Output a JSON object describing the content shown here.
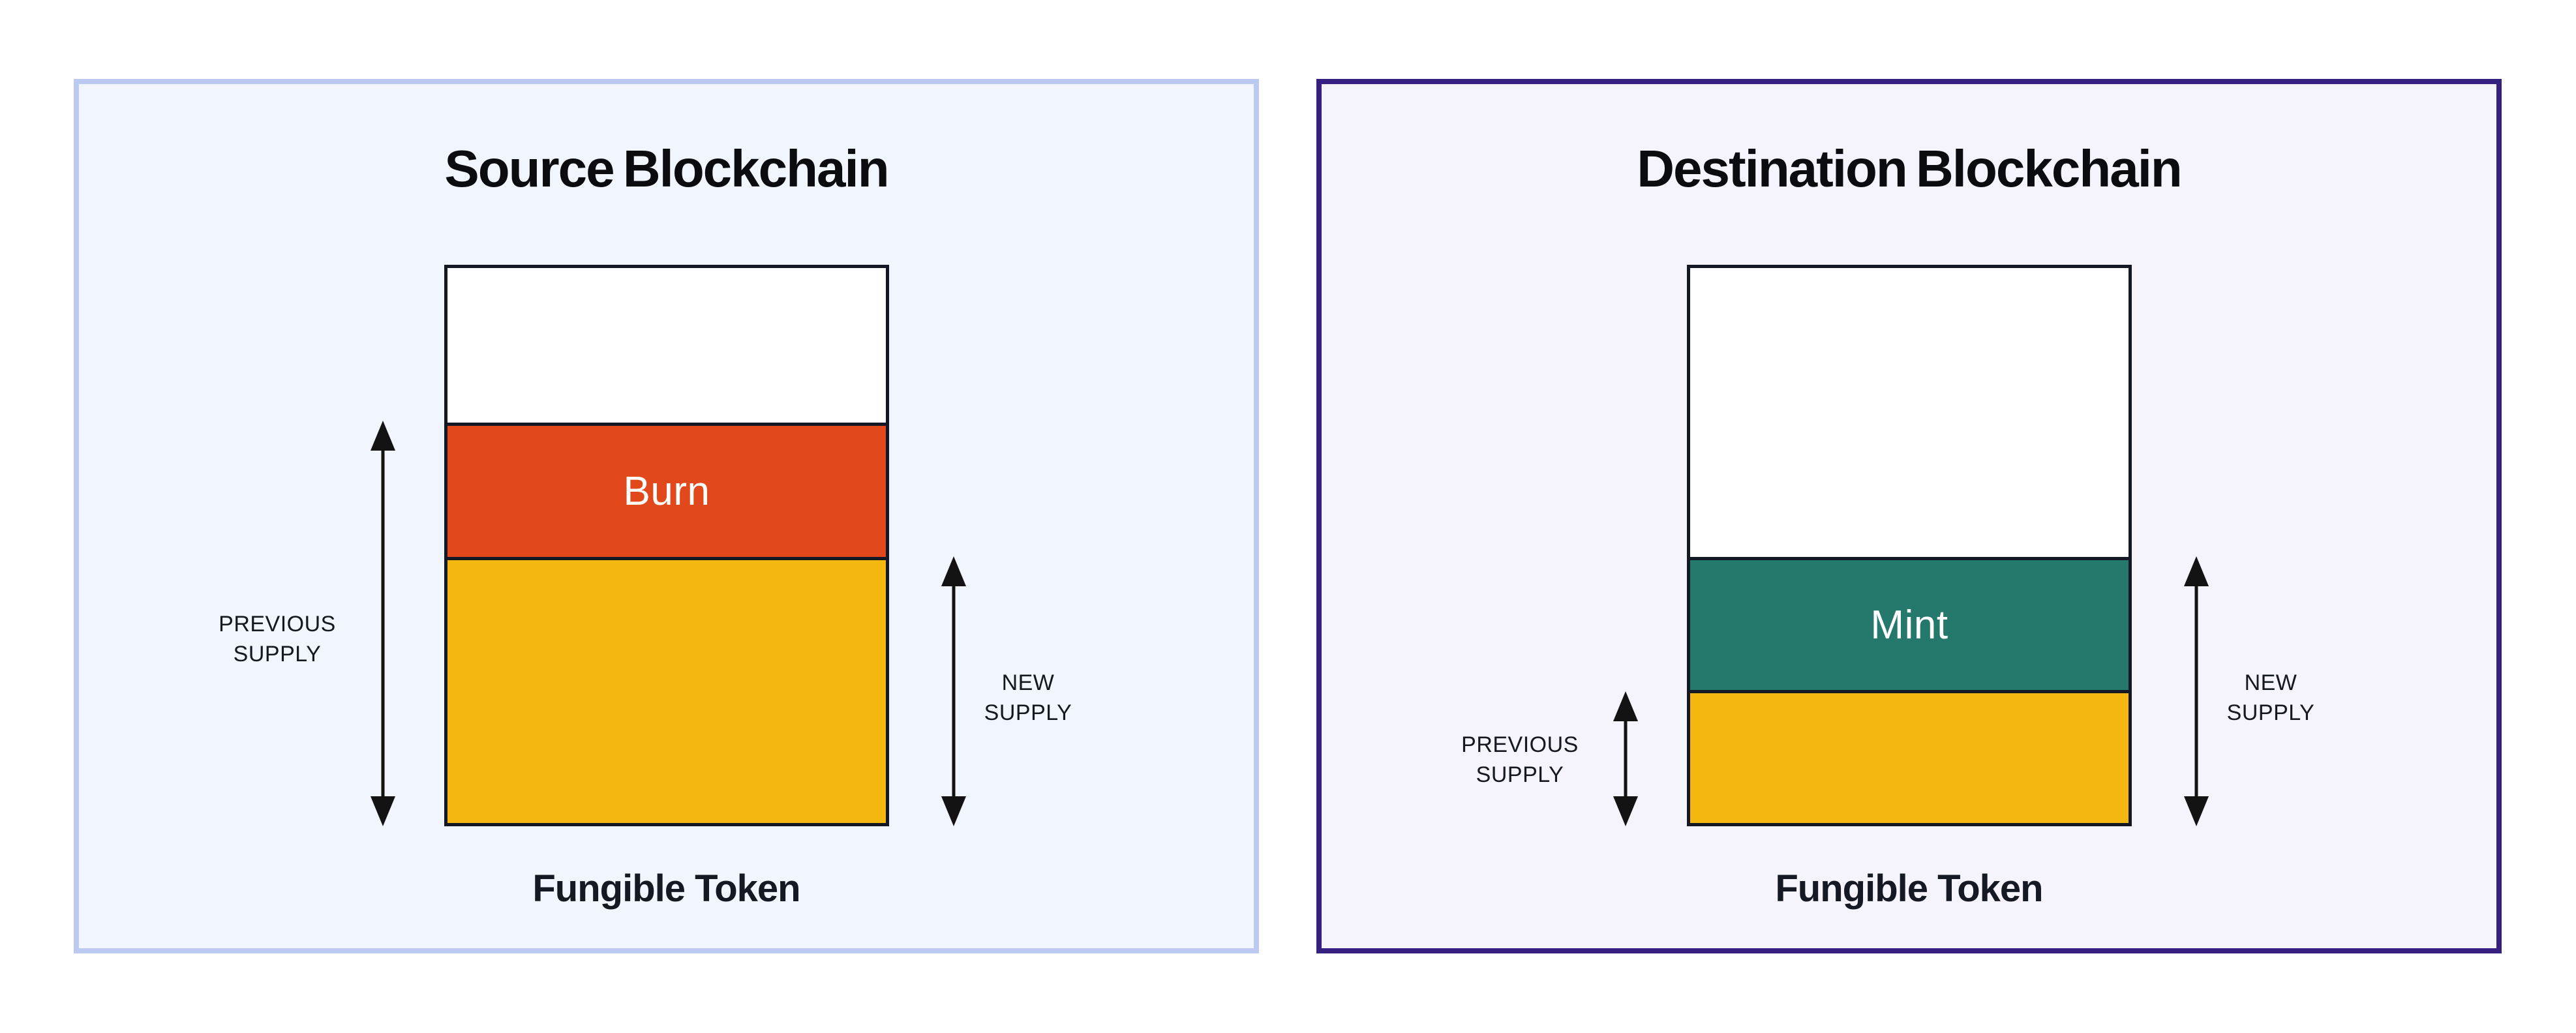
{
  "colors": {
    "page-bg": "#ffffff",
    "panel-source-bg": "#f1f5fd",
    "panel-source-border": "#bcc9f1",
    "panel-dest-bg": "#f5f3fb",
    "panel-dest-border": "#372180",
    "bar-border": "#141824",
    "bar-label-text": "#ffffff",
    "title-text": "#0b0c0f",
    "caption-text": "#141924",
    "label-text": "#15181e",
    "arrow": "#131313"
  },
  "panels": [
    {
      "title": "Source Blockchain",
      "caption": "Fungible Token",
      "bar": {
        "action_label": "Burn",
        "segments": [
          {
            "name": "unallocated",
            "color": "#ffffff",
            "height_pct": 27.8
          },
          {
            "name": "burned-supply",
            "color": "#e1481b",
            "height_pct": 24.2
          },
          {
            "name": "remaining-supply",
            "color": "#f4b710",
            "height_pct": 48.0
          }
        ]
      },
      "previous_supply": [
        "PREVIOUS",
        "SUPPLY"
      ],
      "new_supply": [
        "NEW",
        "SUPPLY"
      ]
    },
    {
      "title": "Destination Blockchain",
      "caption": "Fungible Token",
      "bar": {
        "action_label": "Mint",
        "segments": [
          {
            "name": "unallocated",
            "color": "#ffffff",
            "height_pct": 52.0
          },
          {
            "name": "minted-supply",
            "color": "#24796c",
            "height_pct": 24.0
          },
          {
            "name": "previous-supply",
            "color": "#f4b710",
            "height_pct": 24.0
          }
        ]
      },
      "previous_supply": [
        "PREVIOUS",
        "SUPPLY"
      ],
      "new_supply": [
        "NEW",
        "SUPPLY"
      ]
    }
  ]
}
